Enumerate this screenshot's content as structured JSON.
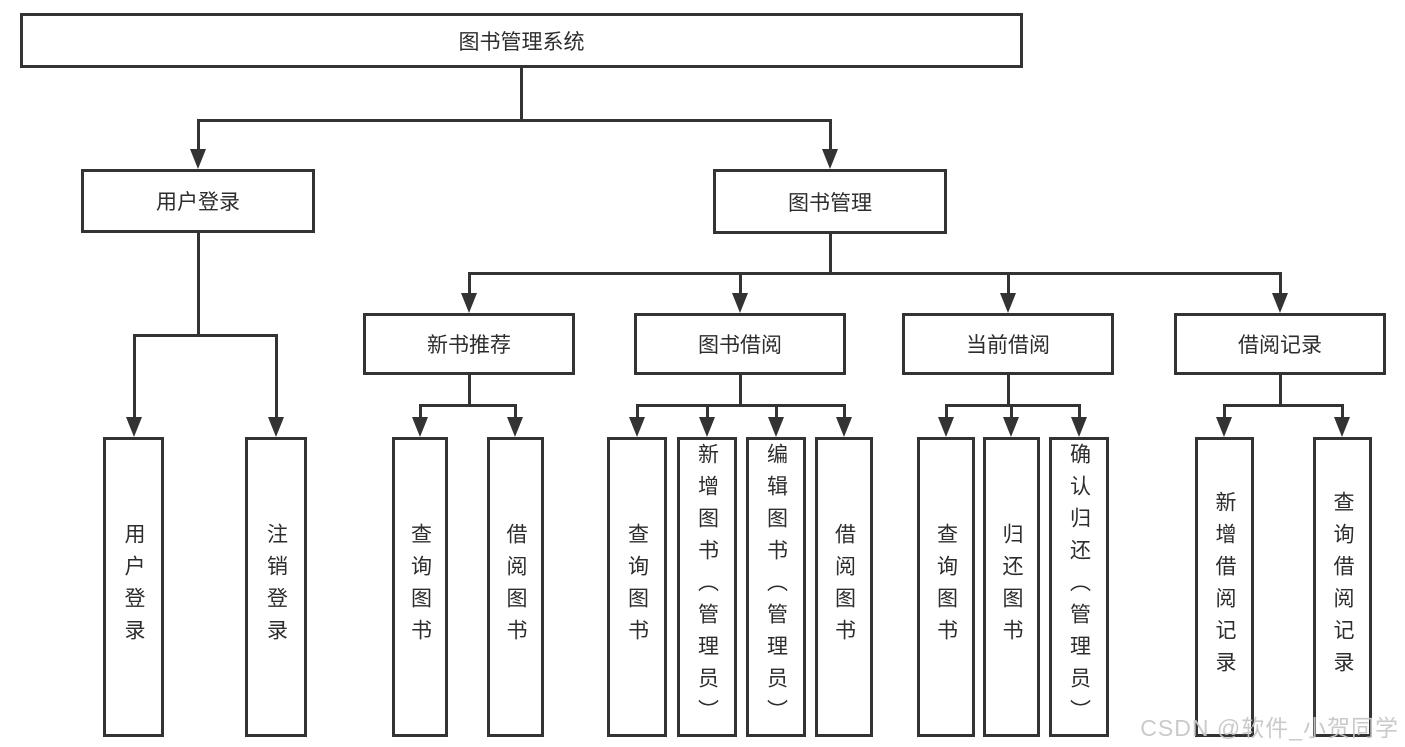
{
  "tree": {
    "label": "图书管理系统",
    "children": [
      {
        "label": "用户登录",
        "children": [
          {
            "label": "用户登录"
          },
          {
            "label": "注销登录"
          }
        ]
      },
      {
        "label": "图书管理",
        "children": [
          {
            "label": "新书推荐",
            "children": [
              {
                "label": "查询图书"
              },
              {
                "label": "借阅图书"
              }
            ]
          },
          {
            "label": "图书借阅",
            "children": [
              {
                "label": "查询图书"
              },
              {
                "label": "新增图书（管理员）"
              },
              {
                "label": "编辑图书（管理员）"
              },
              {
                "label": "借阅图书"
              }
            ]
          },
          {
            "label": "当前借阅",
            "children": [
              {
                "label": "查询图书"
              },
              {
                "label": "归还图书"
              },
              {
                "label": "确认归还（管理员）"
              }
            ]
          },
          {
            "label": "借阅记录",
            "children": [
              {
                "label": "新增借阅记录"
              },
              {
                "label": "查询借阅记录"
              }
            ]
          }
        ]
      }
    ]
  },
  "watermark": {
    "text": "CSDN @软件_小贺同学"
  },
  "colors": {
    "line": "#333333",
    "box_border": "#333333",
    "text": "#2d2d2d",
    "watermark": "#c8c8c8",
    "background": "#ffffff"
  }
}
